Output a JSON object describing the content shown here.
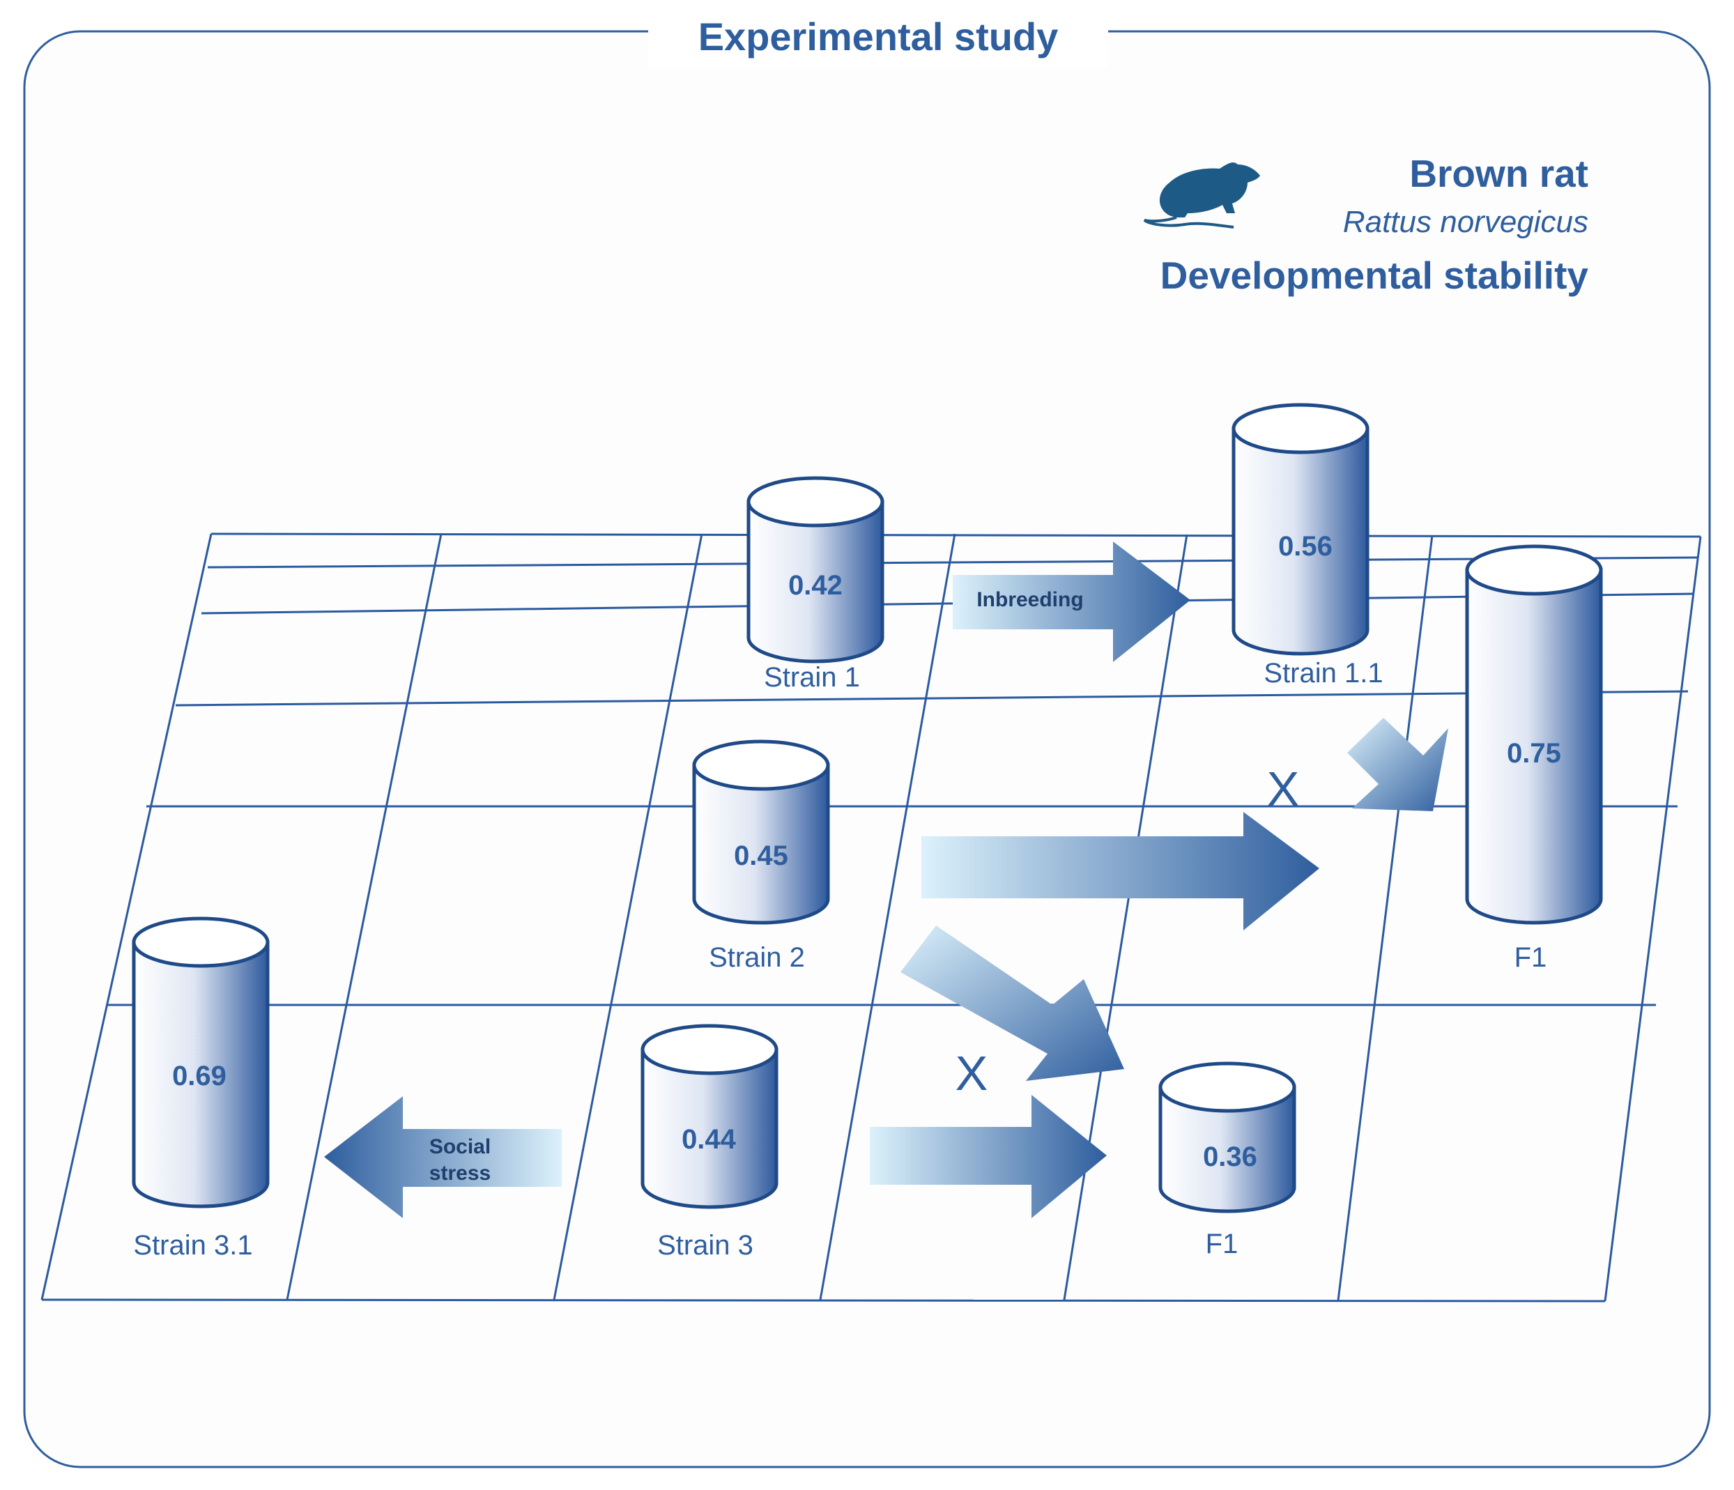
{
  "title": "Experimental study",
  "organism": {
    "common_name": "Brown rat",
    "scientific_name": "Rattus norvegicus",
    "measure": "Developmental stability",
    "icon": "rat-icon"
  },
  "nodes": [
    {
      "id": "strain1",
      "value": "0.42",
      "label": "Strain 1"
    },
    {
      "id": "strain11",
      "value": "0.56",
      "label": "Strain 1.1"
    },
    {
      "id": "f1a",
      "value": "0.75",
      "label": "F1"
    },
    {
      "id": "strain2",
      "value": "0.45",
      "label": "Strain 2"
    },
    {
      "id": "strain31",
      "value": "0.69",
      "label": "Strain 3.1"
    },
    {
      "id": "strain3",
      "value": "0.44",
      "label": "Strain 3"
    },
    {
      "id": "f1b",
      "value": "0.36",
      "label": "F1"
    }
  ],
  "arrows": [
    {
      "id": "inbreeding",
      "label": "Inbreeding",
      "from": "Strain 1",
      "to": "Strain 1.1"
    },
    {
      "id": "social",
      "label_lines": [
        "Social",
        "stress"
      ],
      "from": "Strain 3",
      "to": "Strain 3.1"
    },
    {
      "id": "s2-f1a",
      "from": "Strain 2",
      "to": "F1"
    },
    {
      "id": "s11-f1a",
      "from": "Strain 1.1",
      "to": "F1"
    },
    {
      "id": "s2-f1b",
      "from": "Strain 2",
      "to": "F1"
    },
    {
      "id": "s3-f1b",
      "from": "Strain 3",
      "to": "F1"
    }
  ],
  "cross_symbols": [
    "X",
    "X"
  ],
  "colors": {
    "primary": "#2f5e9e",
    "light": "#d6eefa",
    "line": "#2a5aa0"
  }
}
